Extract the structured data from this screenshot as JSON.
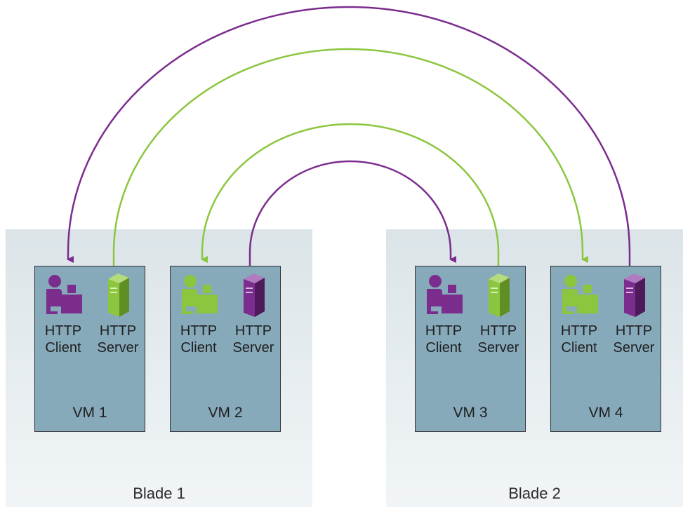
{
  "colors": {
    "client_server_purple": "#7b2d8e",
    "client_server_green": "#8cc63f",
    "vm_fill": "#87aabb",
    "blade_fill": "#e3eaee"
  },
  "blades": [
    {
      "label": "Blade 1"
    },
    {
      "label": "Blade 2"
    }
  ],
  "vms": [
    {
      "label": "VM 1",
      "client": {
        "line1": "HTTP",
        "line2": "Client",
        "color": "purple"
      },
      "server": {
        "line1": "HTTP",
        "line2": "Server",
        "color": "green"
      }
    },
    {
      "label": "VM 2",
      "client": {
        "line1": "HTTP",
        "line2": "Client",
        "color": "green"
      },
      "server": {
        "line1": "HTTP",
        "line2": "Server",
        "color": "purple"
      }
    },
    {
      "label": "VM 3",
      "client": {
        "line1": "HTTP",
        "line2": "Client",
        "color": "purple"
      },
      "server": {
        "line1": "HTTP",
        "line2": "Server",
        "color": "green"
      }
    },
    {
      "label": "VM 4",
      "client": {
        "line1": "HTTP",
        "line2": "Client",
        "color": "green"
      },
      "server": {
        "line1": "HTTP",
        "line2": "Server",
        "color": "purple"
      }
    }
  ],
  "connections": [
    {
      "from": "VM 4 HTTP Server",
      "to": "VM 1 HTTP Client",
      "color": "purple"
    },
    {
      "from": "VM 1 HTTP Server",
      "to": "VM 4 HTTP Client",
      "color": "green"
    },
    {
      "from": "VM 3 HTTP Server",
      "to": "VM 2 HTTP Client",
      "color": "green"
    },
    {
      "from": "VM 2 HTTP Server",
      "to": "VM 3 HTTP Client",
      "color": "purple"
    }
  ]
}
